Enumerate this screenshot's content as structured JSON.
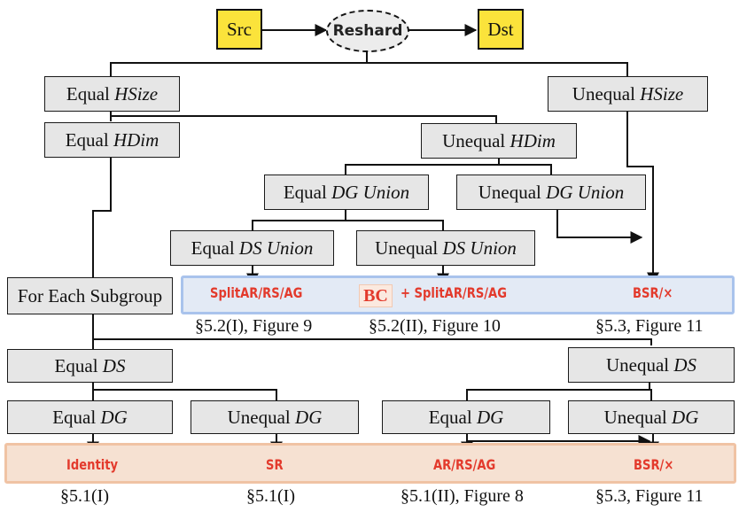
{
  "nodes": {
    "src": "Src",
    "reshard": "Reshard",
    "dst": "Dst",
    "equal_hsize": {
      "prefix": "Equal ",
      "term": "HSize"
    },
    "unequal_hsize": {
      "prefix": "Unequal ",
      "term": "HSize"
    },
    "equal_hdim": {
      "prefix": "Equal ",
      "term": "HDim"
    },
    "unequal_hdim": {
      "prefix": "Unequal ",
      "term": "HDim"
    },
    "equal_dg_union": {
      "prefix": "Equal ",
      "term": "DG Union"
    },
    "unequal_dg_union": {
      "prefix": "Unequal ",
      "term": "DG Union"
    },
    "equal_ds_union": {
      "prefix": "Equal ",
      "term": "DS Union"
    },
    "unequal_ds_union": {
      "prefix": "Unequal ",
      "term": "DS Union"
    },
    "for_each_subgroup": "For Each Subgroup",
    "equal_ds": {
      "prefix": "Equal ",
      "term": "DS"
    },
    "unequal_ds": {
      "prefix": "Unequal ",
      "term": "DS"
    },
    "equal_dg_left": {
      "prefix": "Equal ",
      "term": "DG"
    },
    "unequal_dg_left": {
      "prefix": "Unequal ",
      "term": "DG"
    },
    "equal_dg_right": {
      "prefix": "Equal ",
      "term": "DG"
    },
    "unequal_dg_right": {
      "prefix": "Unequal ",
      "term": "DG"
    }
  },
  "outcomes_top": {
    "splitar": "SplitAR/RS/AG",
    "bc": "BC",
    "bc_splitar": "+ SplitAR/RS/AG",
    "bsr": "BSR/×"
  },
  "refs_top": {
    "r1": "§5.2(I), Figure 9",
    "r2": "§5.2(II), Figure 10",
    "r3": "§5.3, Figure 11"
  },
  "outcomes_bottom": {
    "identity": "Identity",
    "sr": "SR",
    "ar": "AR/RS/AG",
    "bsr": "BSR/×"
  },
  "refs_bottom": {
    "r1": "§5.1(I)",
    "r2": "§5.1(I)",
    "r3": "§5.1(II), Figure 8",
    "r4": "§5.3, Figure 11"
  },
  "colors": {
    "box_fill": "#e6e6e6",
    "highlight_yellow": "#fbe33b",
    "outcome_red": "#e33a2c",
    "band_blue": "#e3eaf5",
    "band_orange": "#f6e1d2"
  }
}
